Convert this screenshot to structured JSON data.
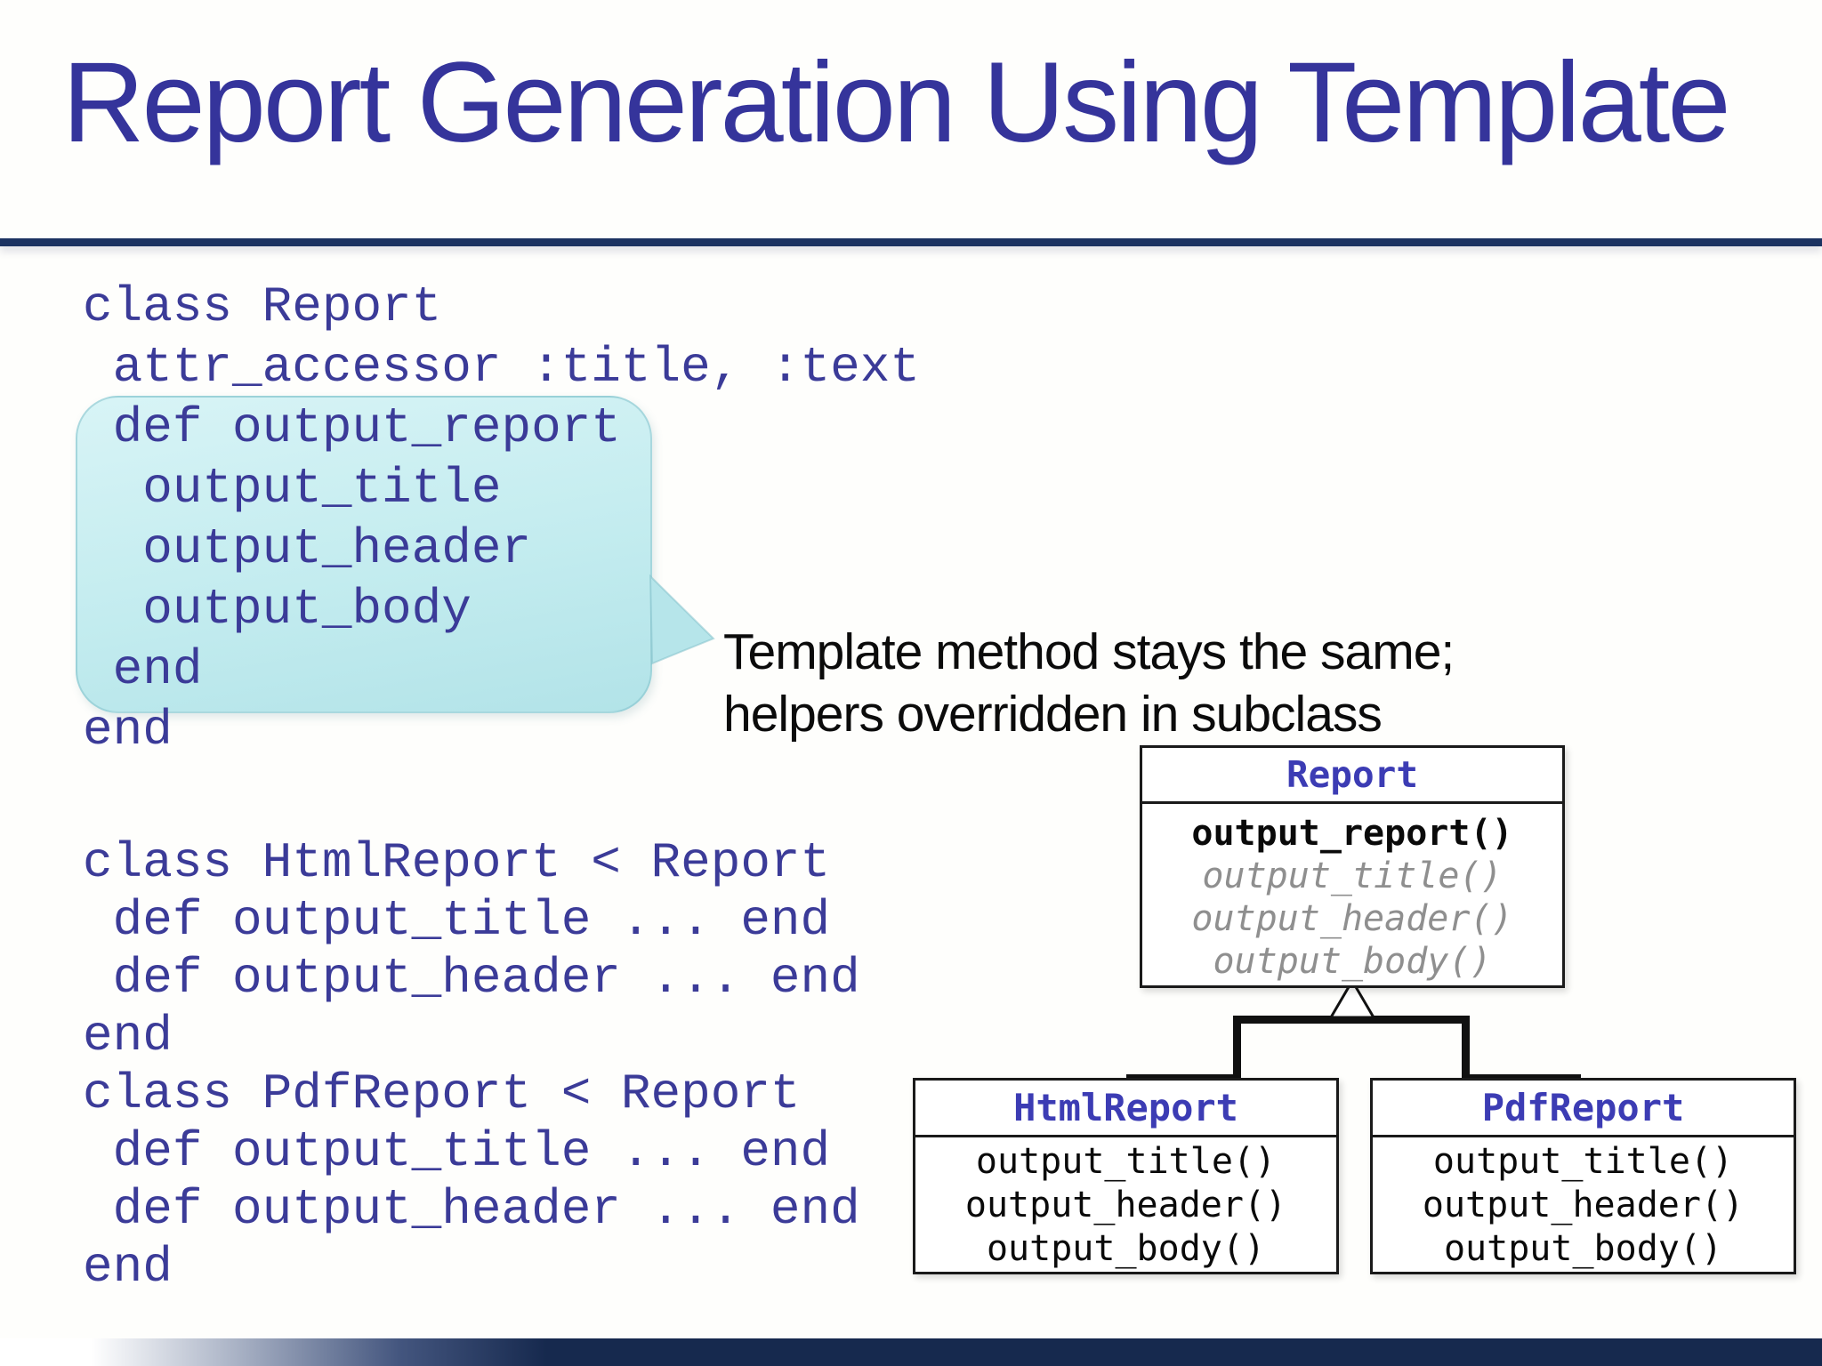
{
  "slide": {
    "title": "Report Generation Using Template",
    "background": "#FEFEFC",
    "divider_color": "#1C3361",
    "footer_bar_color": "#16294E"
  },
  "code": {
    "text_color": "#3B3B98",
    "block1": "class Report\n attr_accessor :title, :text\n def output_report\n  output_title\n  output_header\n  output_body\n end\nend",
    "block2": "class HtmlReport < Report\n def output_title ... end\n def output_header ... end\nend\nclass PdfReport < Report\n def output_title ... end\n def output_header ... end\nend"
  },
  "callout": {
    "note": "Template method stays the same;\nhelpers overridden in subclass",
    "bubble_color_top": "#D8F4F6",
    "bubble_color_bottom": "#B2E3E8"
  },
  "uml": {
    "name_color": "#3C3CB4",
    "hook_color": "#8F8F8F",
    "report": {
      "name": "Report",
      "template_method": "output_report()",
      "hooks": [
        "output_title()",
        "output_header()",
        "output_body()"
      ]
    },
    "children": [
      {
        "name": "HtmlReport",
        "methods": [
          "output_title()",
          "output_header()",
          "output_body()"
        ]
      },
      {
        "name": "PdfReport",
        "methods": [
          "output_title()",
          "output_header()",
          "output_body()"
        ]
      }
    ]
  }
}
